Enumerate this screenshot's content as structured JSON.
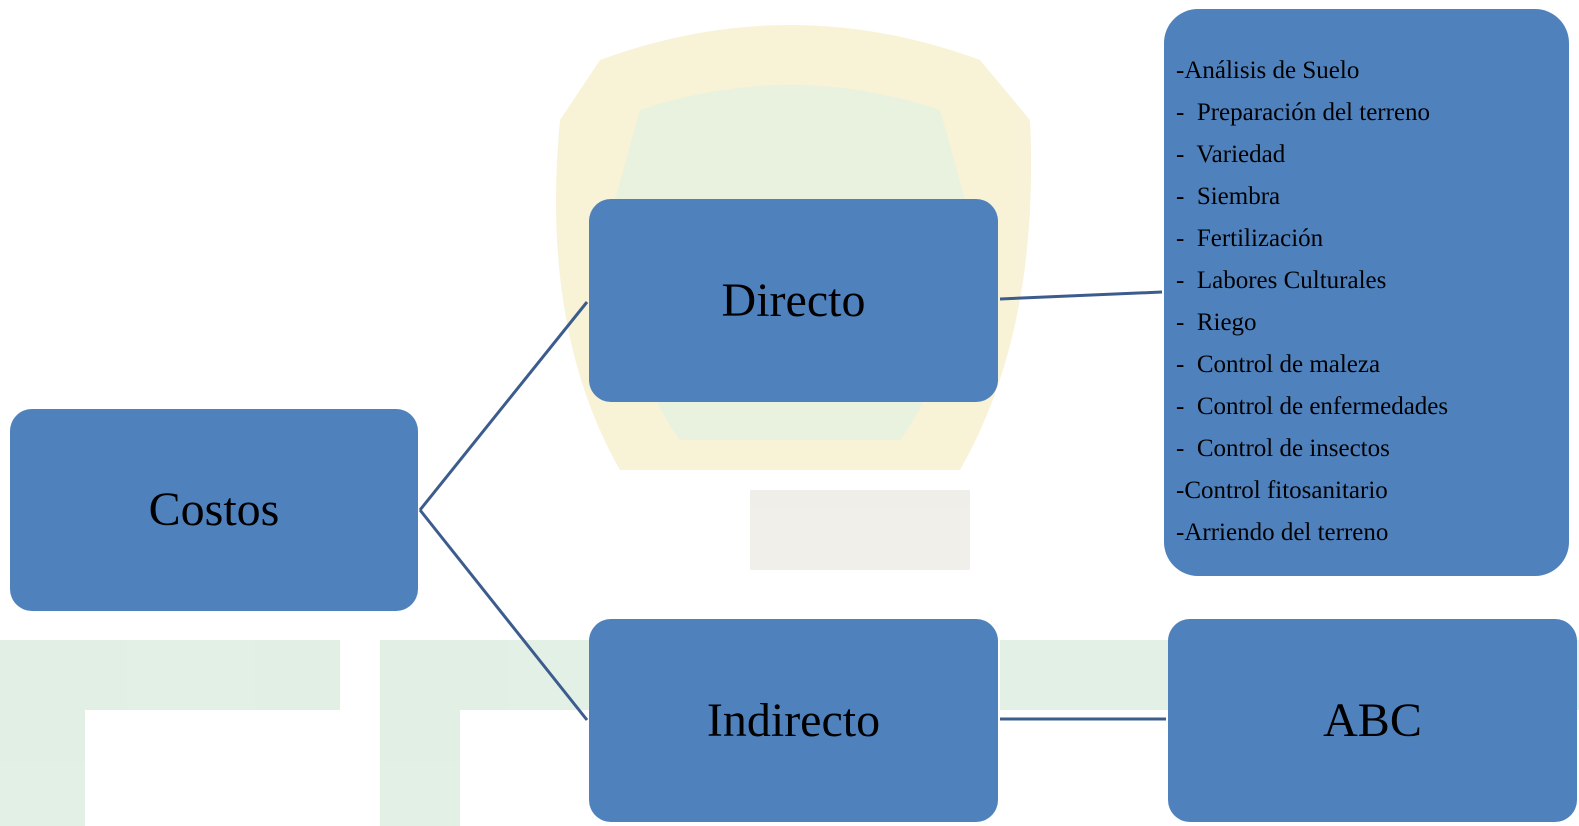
{
  "colors": {
    "node_fill": "#4f81bd",
    "connector": "#3c5c8e",
    "text": "#000000",
    "watermark_green": "#cfe6d4",
    "watermark_gold": "#f3e8b8",
    "watermark_gray": "#e5e1d8"
  },
  "diagram": {
    "root": {
      "label": "Costos"
    },
    "branches": [
      {
        "label": "Directo",
        "details": [
          "-Análisis de Suelo",
          "-  Preparación del terreno",
          "-  Variedad",
          "-  Siembra",
          "-  Fertilización",
          "-  Labores Culturales",
          "-  Riego",
          "-  Control de maleza",
          "-  Control de enfermedades",
          "-  Control de insectos",
          "-Control fitosanitario",
          "-Arriendo del terreno"
        ]
      },
      {
        "label": "Indirecto",
        "child": {
          "label": "ABC"
        }
      }
    ]
  }
}
